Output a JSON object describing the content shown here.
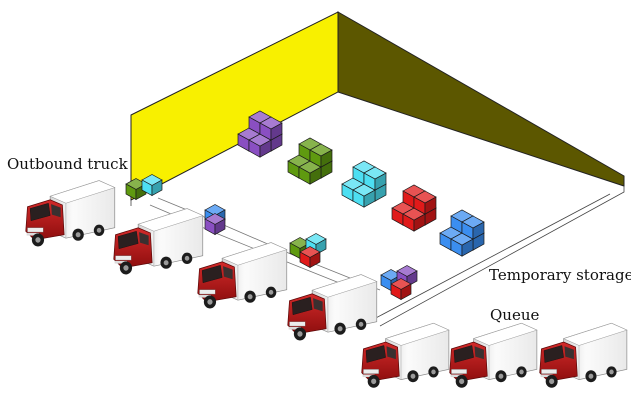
{
  "labels": {
    "outbound_truck": "Outbound truck",
    "temporary_storage": "Temporary storage",
    "queue": "Queue"
  },
  "colors": {
    "left_wall": "#f8f000",
    "back_wall": "#5c5700",
    "purple": "#8a4fc2",
    "green": "#5f9a10",
    "cyan": "#4ddff2",
    "red": "#e01a1a",
    "blue": "#3b8ef0",
    "truck_cab": "#b41818",
    "truck_box": "#f4f4f4"
  },
  "storage_stacks": [
    "purple",
    "green",
    "cyan",
    "red",
    "blue"
  ],
  "dock_loads": [
    [
      "green",
      "cyan"
    ],
    [
      "blue",
      "purple"
    ],
    [
      "green",
      "cyan",
      "red"
    ],
    [
      "blue",
      "purple",
      "red"
    ]
  ],
  "dock_trucks": 4,
  "queue_trucks": 3
}
